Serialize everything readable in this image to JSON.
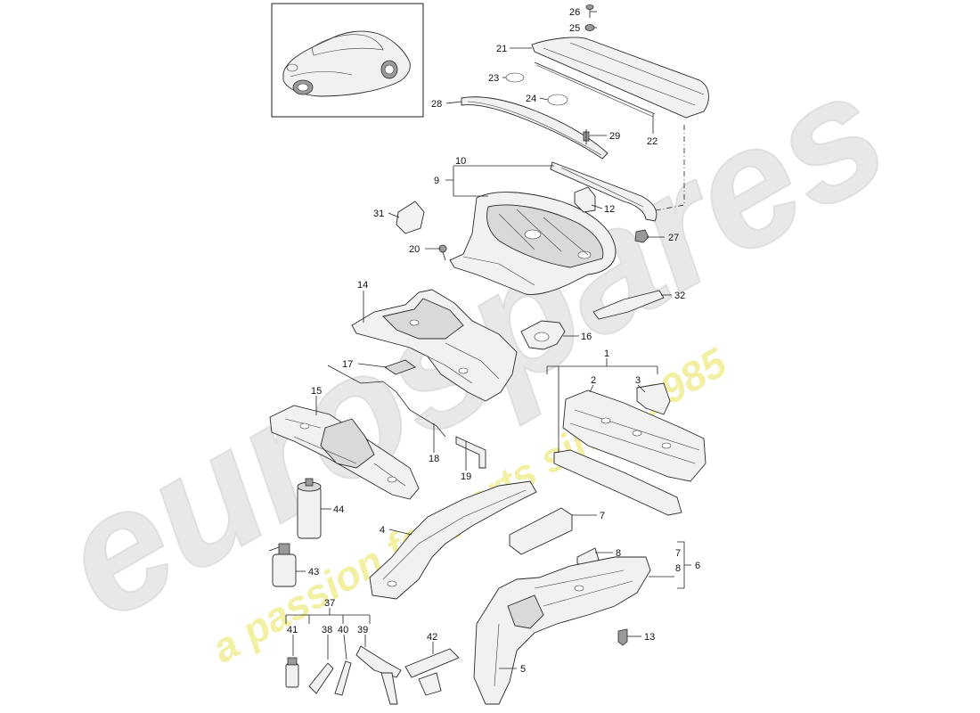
{
  "watermark": {
    "brand": "eurospares",
    "tagline": "a passion for parts since 1985",
    "brand_color": "#e6e6e6",
    "tagline_color": "#f1ef9a"
  },
  "callouts": {
    "c1": "1",
    "c2": "2",
    "c3": "3",
    "c4": "4",
    "c5": "5",
    "c6": "6",
    "c7a": "7",
    "c7b": "7",
    "c8a": "8",
    "c8b": "8",
    "c9": "9",
    "c10": "10",
    "c12": "12",
    "c13": "13",
    "c14": "14",
    "c15": "15",
    "c16": "16",
    "c17": "17",
    "c18": "18",
    "c19": "19",
    "c20": "20",
    "c21": "21",
    "c22": "22",
    "c23": "23",
    "c24": "24",
    "c25": "25",
    "c26": "26",
    "c27": "27",
    "c28": "28",
    "c29": "29",
    "c31": "31",
    "c32": "32",
    "c37": "37",
    "c38": "38",
    "c39": "39",
    "c40": "40",
    "c41": "41",
    "c42": "42",
    "c43": "43",
    "c44": "44"
  }
}
